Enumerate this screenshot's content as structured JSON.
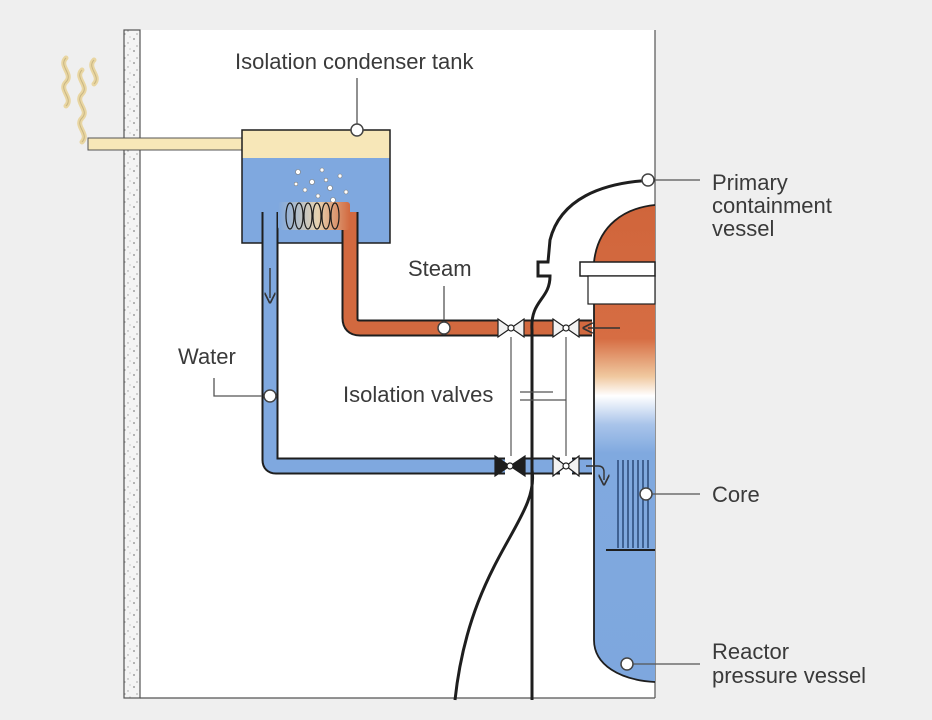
{
  "labels": {
    "tank": "Isolation condenser tank",
    "primary_line1": "Primary",
    "primary_line2": "containment",
    "primary_line3": "vessel",
    "steam": "Steam",
    "water": "Water",
    "valves": "Isolation valves",
    "core": "Core",
    "reactor_line1": "Reactor",
    "reactor_line2": "pressure vessel"
  },
  "colors": {
    "background": "#efefef",
    "panel": "#ffffff",
    "water": "#7fa8df",
    "steam": "#d2693f",
    "tank_top": "#f7e7b8",
    "outline": "#1e1e1e",
    "vapor": "#e9d6a2",
    "leader": "#555555"
  }
}
